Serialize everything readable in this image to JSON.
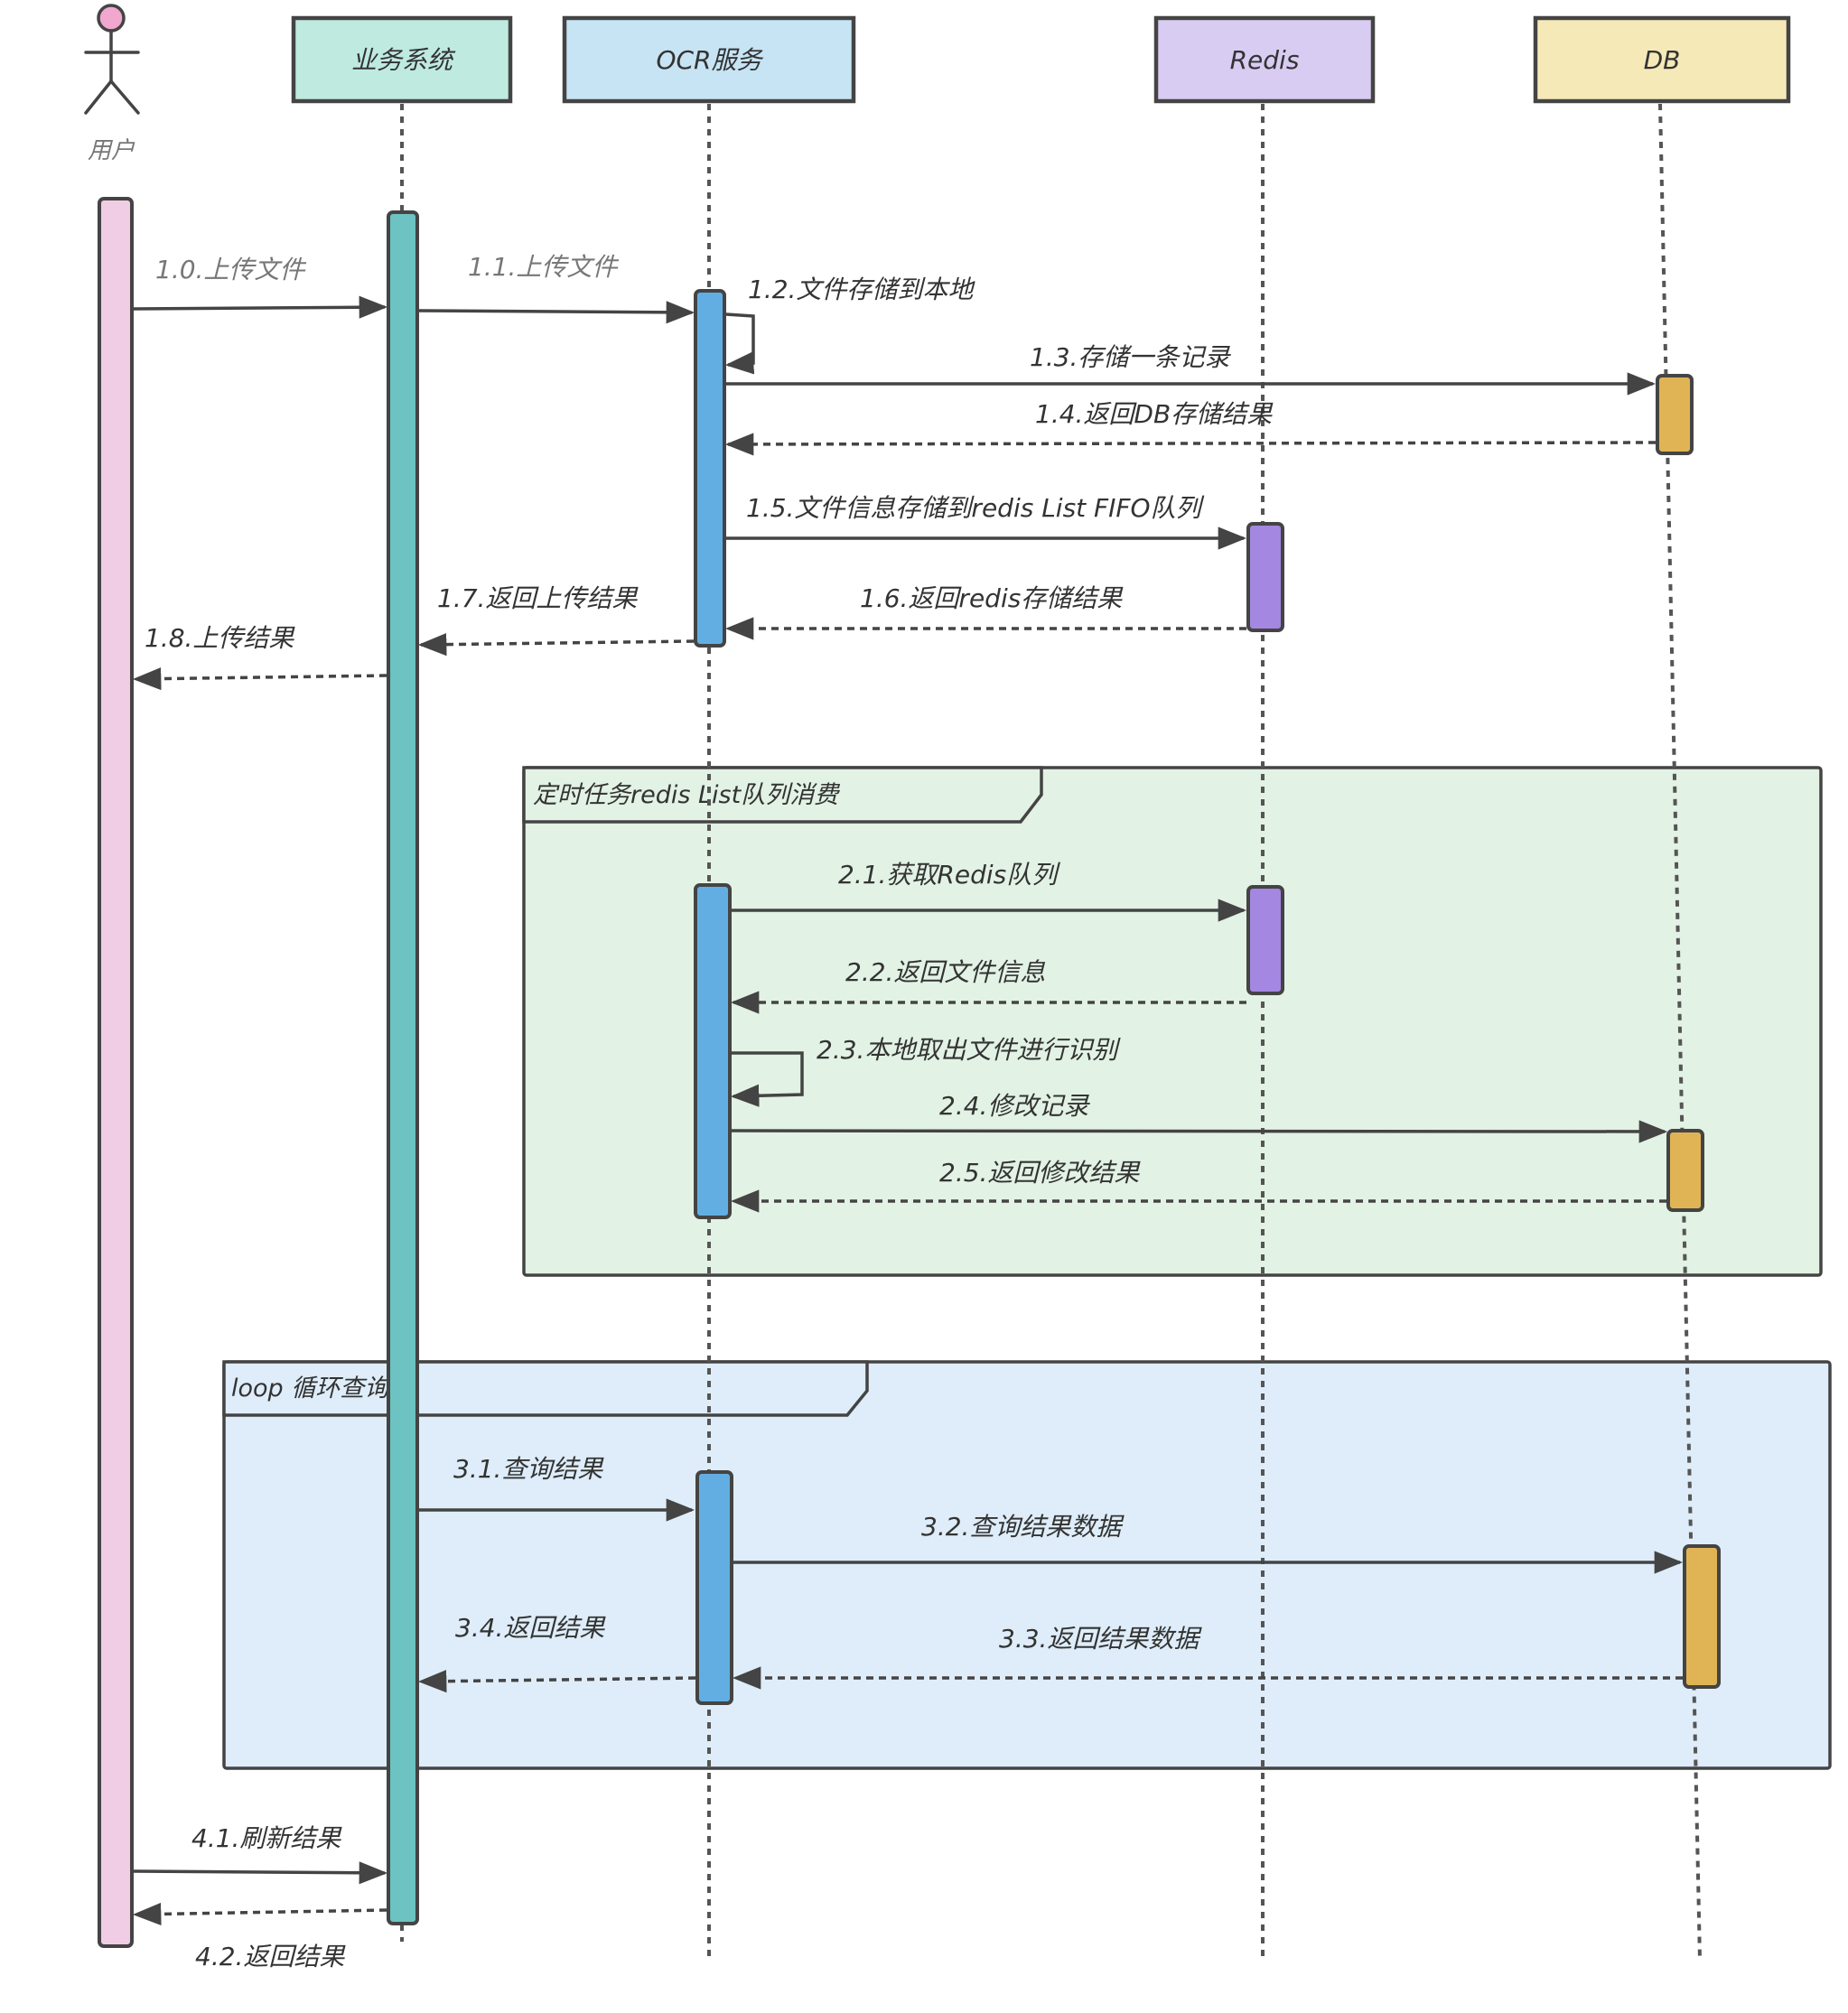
{
  "participants": {
    "user": {
      "label": "用户",
      "color": "#f2cfe6"
    },
    "business": {
      "label": "业务系统",
      "color": "#bfeae0"
    },
    "ocr": {
      "label": "OCR服务",
      "color": "#c7e4f4"
    },
    "redis": {
      "label": "Redis",
      "color": "#d9ccf2"
    },
    "db": {
      "label": "DB",
      "color": "#f6e9b8"
    }
  },
  "activation_colors": {
    "user": "#f0cde4",
    "business": "#6cc3c2",
    "ocr": "#62aee3",
    "redis": "#a487e0",
    "db": "#e0b455"
  },
  "fragments": {
    "scheduled": {
      "label": "定时任务redis List队列消费",
      "color": "#e2f2e4"
    },
    "loop": {
      "label": "loop 循环查询",
      "color": "#deedf9"
    }
  },
  "messages": {
    "m1_0": "1.0.上传文件",
    "m1_1": "1.1.上传文件",
    "m1_2": "1.2.文件存储到本地",
    "m1_3": "1.3.存储一条记录",
    "m1_4": "1.4.返回DB存储结果",
    "m1_5": "1.5.文件信息存储到redis List FIFO队列",
    "m1_6": "1.6.返回redis存储结果",
    "m1_7": "1.7.返回上传结果",
    "m1_8": "1.8.上传结果",
    "m2_1": "2.1.获取Redis队列",
    "m2_2": "2.2.返回文件信息",
    "m2_3": "2.3.本地取出文件进行识别",
    "m2_4": "2.4.修改记录",
    "m2_5": "2.5.返回修改结果",
    "m3_1": "3.1.查询结果",
    "m3_2": "3.2.查询结果数据",
    "m3_3": "3.3.返回结果数据",
    "m3_4": "3.4.返回结果",
    "m4_1": "4.1.刷新结果",
    "m4_2": "4.2.返回结果"
  }
}
